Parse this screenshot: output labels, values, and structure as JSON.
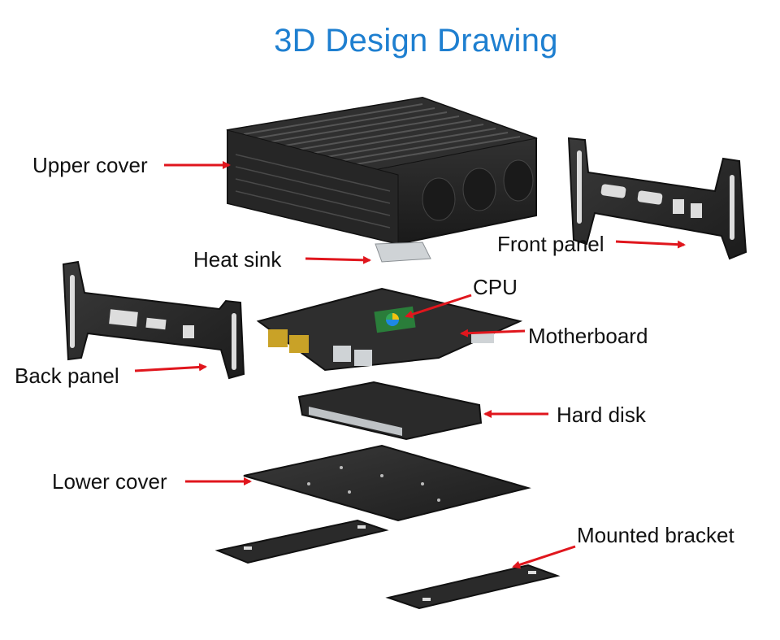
{
  "title": "3D Design Drawing",
  "labels": {
    "upper_cover": "Upper cover",
    "heat_sink": "Heat sink",
    "front_panel": "Front panel",
    "cpu": "CPU",
    "back_panel": "Back panel",
    "motherboard": "Motherboard",
    "hard_disk": "Hard disk",
    "lower_cover": "Lower cover",
    "mounted_bracket": "Mounted bracket"
  },
  "colors": {
    "title": "#1e7fd0",
    "arrow": "#e0161d",
    "metal": "#2b2b2b"
  }
}
